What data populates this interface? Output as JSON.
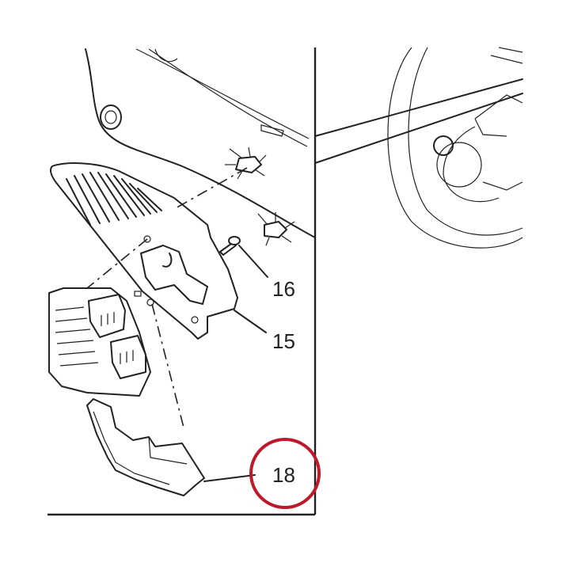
{
  "callouts": {
    "label_16": "16",
    "label_15": "15",
    "label_18": "18"
  },
  "highlight": {
    "ring_color": "#c0182b",
    "highlighted_part": "18"
  }
}
